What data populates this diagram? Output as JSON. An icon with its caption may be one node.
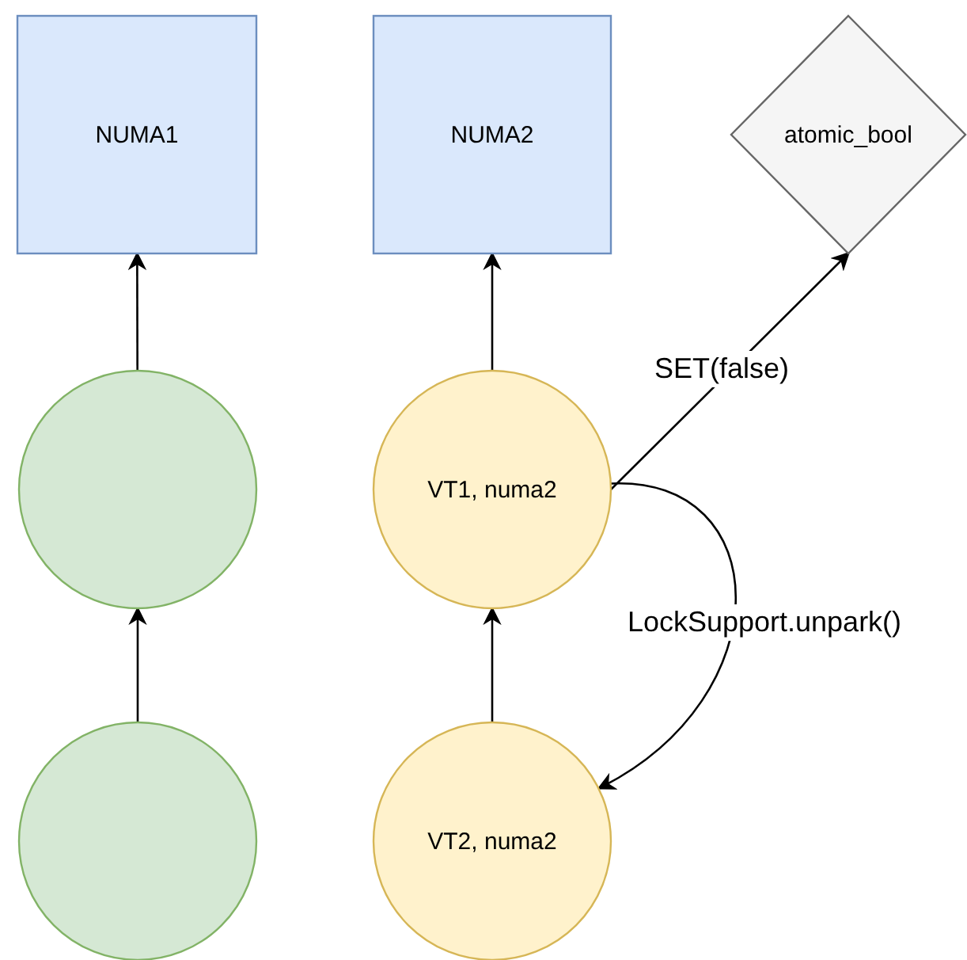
{
  "diagram": {
    "nodes": [
      {
        "text": [
          "NUMA1"
        ]
      },
      {
        "text": [
          "NUMA2"
        ]
      },
      {
        "text": [
          "atomic_bool"
        ]
      },
      {
        "text": [],
        "shape": "circle"
      },
      {
        "text": [
          "VT1, numa2"
        ]
      },
      {
        "text": [],
        "shape": "circle"
      },
      {
        "text": [
          "VT2, numa2"
        ]
      }
    ],
    "edges": [
      {
        "from": 3,
        "to": 0,
        "arrow": "to"
      },
      {
        "from": 4,
        "to": 1,
        "arrow": "to"
      },
      {
        "from": 4,
        "to": 2,
        "label": "SET(false)",
        "arrow": "to"
      },
      {
        "from": 5,
        "to": 3,
        "arrow": "to"
      },
      {
        "from": 6,
        "to": 4,
        "arrow": "to"
      },
      {
        "from": 4,
        "to": 6,
        "label": "LockSupport.unpark()",
        "arrow": "to"
      }
    ]
  }
}
